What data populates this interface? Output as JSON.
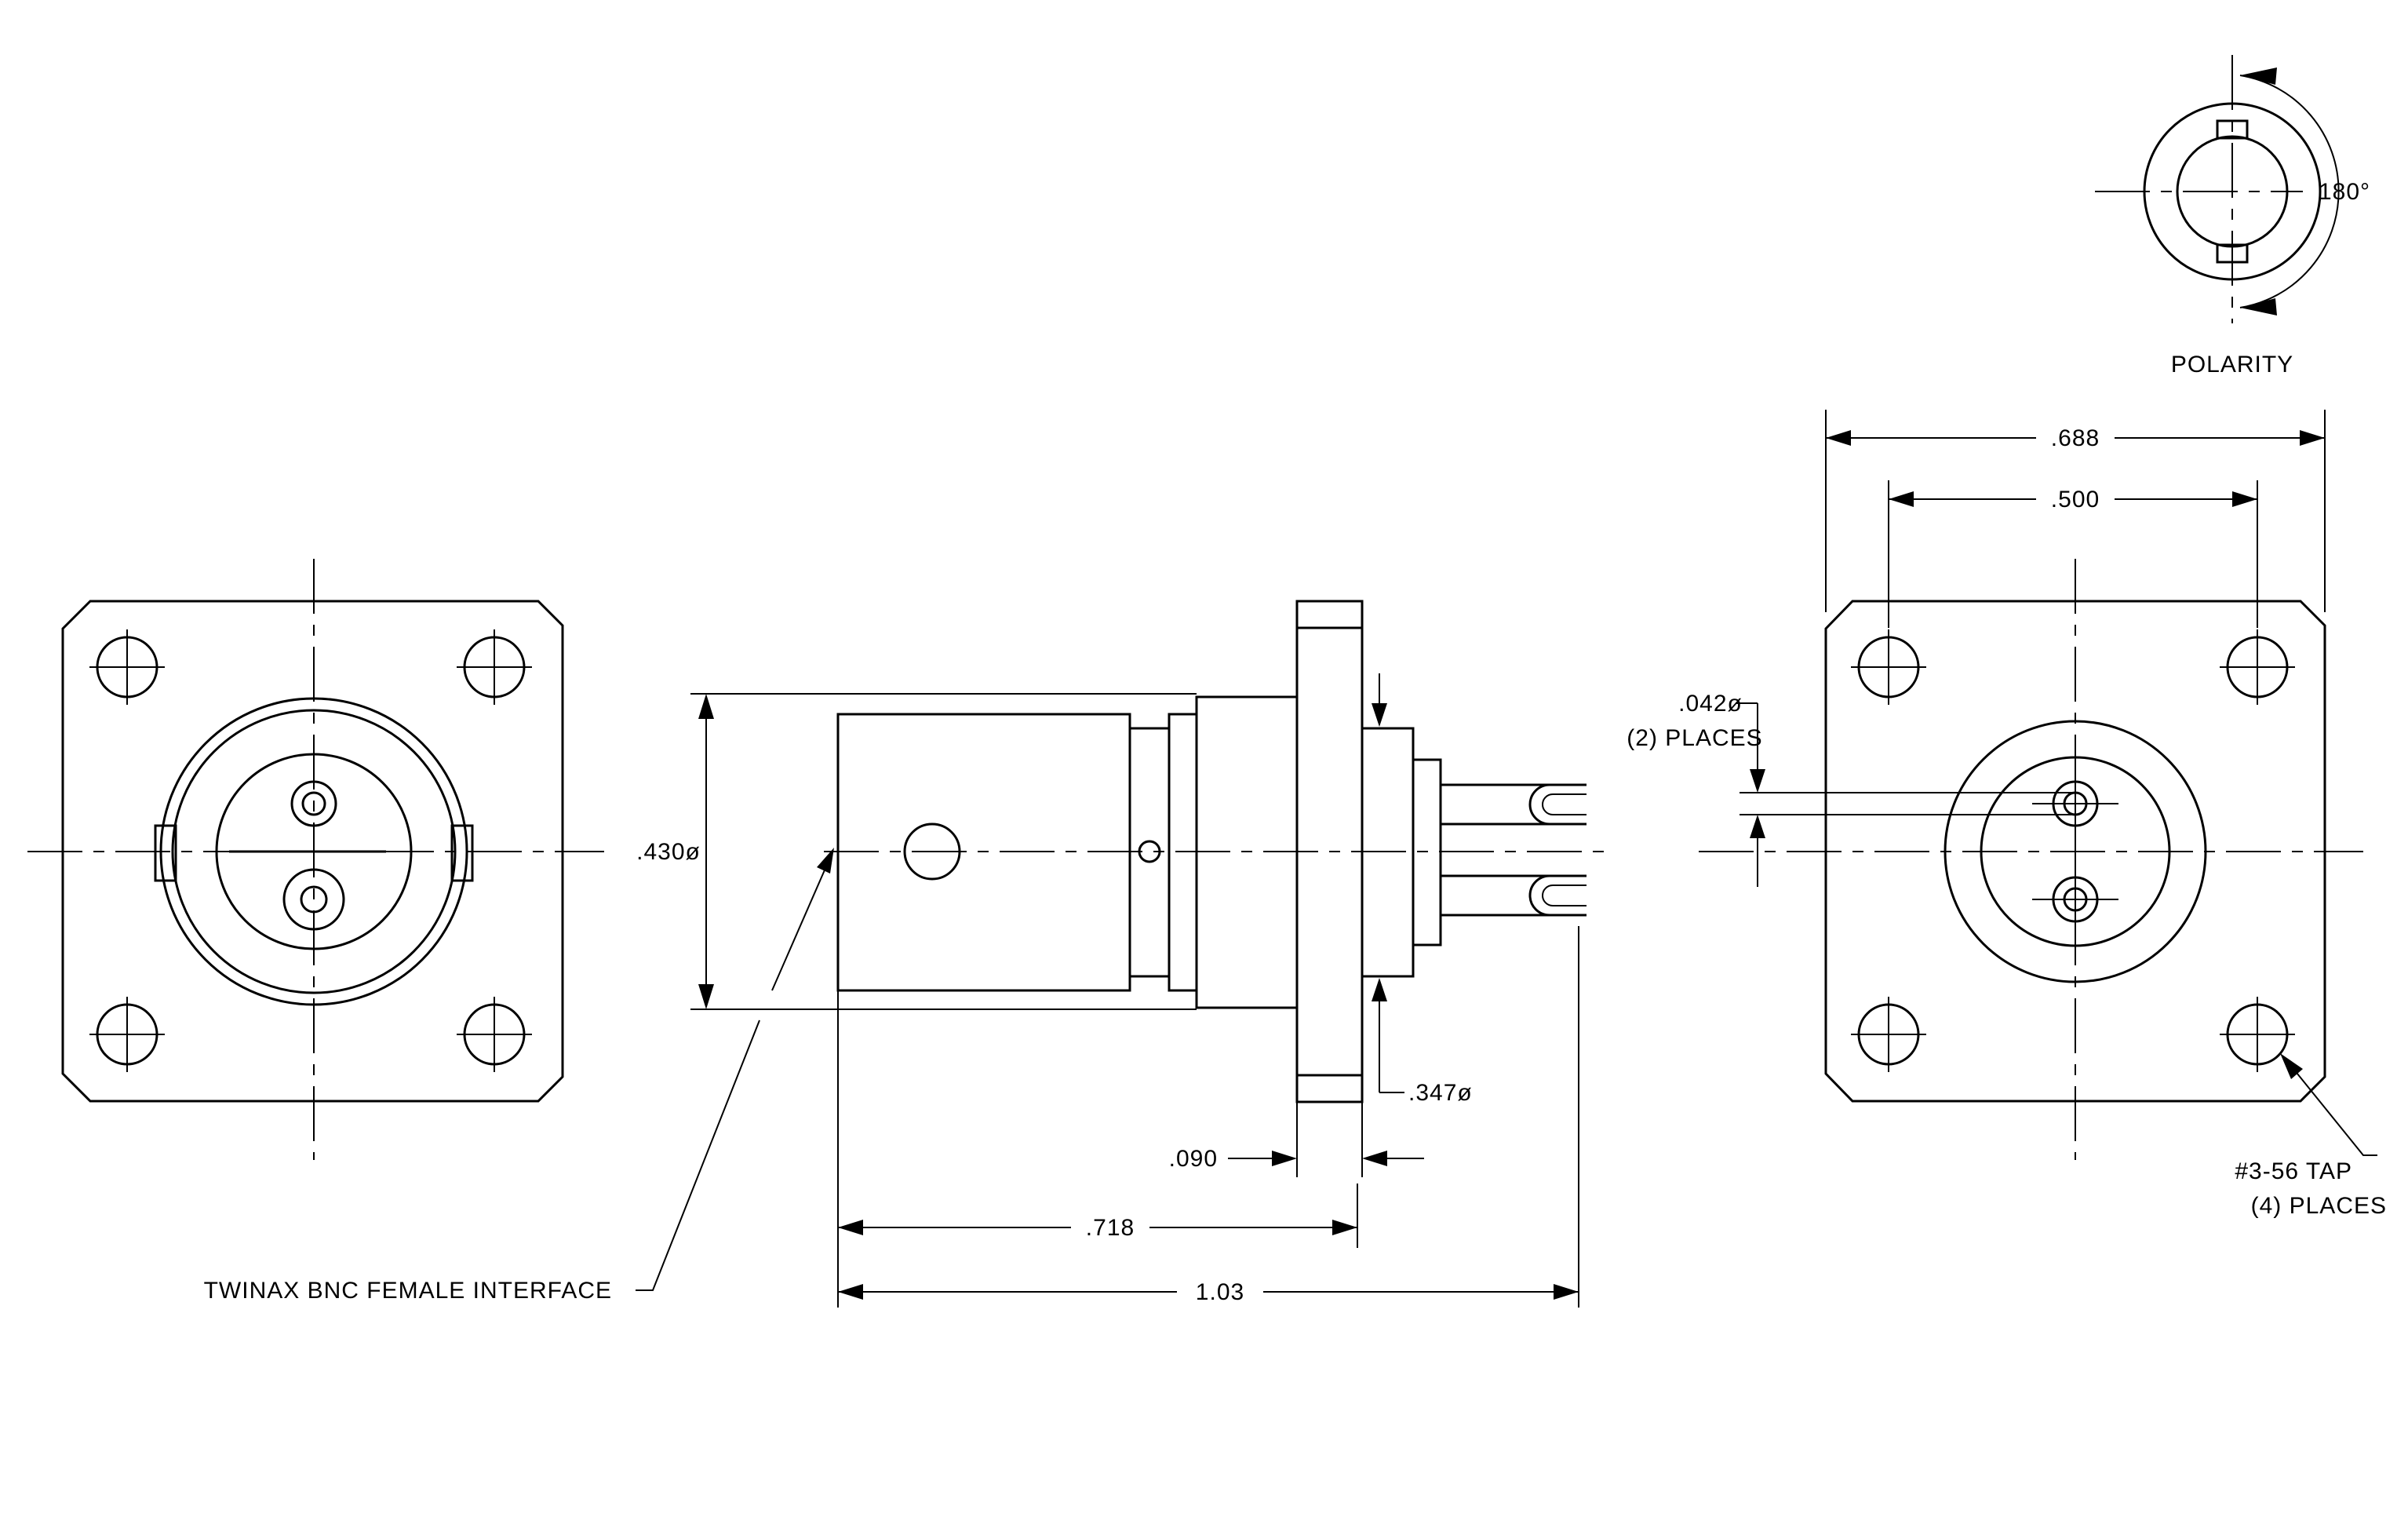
{
  "labels": {
    "angle": "180°",
    "polarity": "POLARITY",
    "dim_688": ".688",
    "dim_500": ".500",
    "dim_430": ".430ø",
    "dim_042": ".042ø",
    "places_2": "(2) PLACES",
    "dim_347": ".347ø",
    "dim_090": ".090",
    "dim_718": ".718",
    "dim_103": "1.03",
    "interface": "TWINAX BNC FEMALE INTERFACE",
    "tap": "#3-56 TAP",
    "places_4": "(4) PLACES"
  },
  "colors": {
    "line": "#000000",
    "background": "#ffffff"
  }
}
